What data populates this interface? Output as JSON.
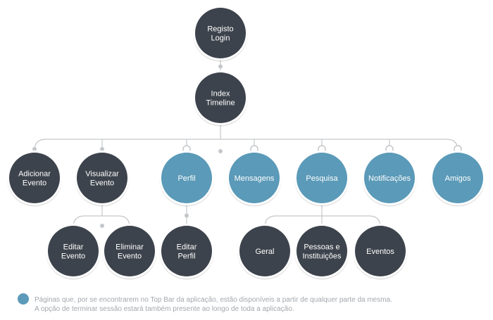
{
  "colors": {
    "dark_node": "#3d434c",
    "blue_node": "#5b9ab8",
    "connector": "#c4c7ca",
    "legend_text": "#a3a8ad"
  },
  "nodes": [
    {
      "id": "registo-login",
      "lines": [
        "Registo",
        "Login"
      ],
      "style": "dark"
    },
    {
      "id": "index-timeline",
      "lines": [
        "Index",
        "Timeline"
      ],
      "style": "dark"
    },
    {
      "id": "adicionar-evento",
      "lines": [
        "Adicionar",
        "Evento"
      ],
      "style": "dark"
    },
    {
      "id": "visualizar-evento",
      "lines": [
        "Visualizar",
        "Evento"
      ],
      "style": "dark"
    },
    {
      "id": "perfil",
      "lines": [
        "Perfil"
      ],
      "style": "blue"
    },
    {
      "id": "mensagens",
      "lines": [
        "Mensagens"
      ],
      "style": "blue"
    },
    {
      "id": "pesquisa",
      "lines": [
        "Pesquisa"
      ],
      "style": "blue"
    },
    {
      "id": "notificacoes",
      "lines": [
        "Notificações"
      ],
      "style": "blue"
    },
    {
      "id": "amigos",
      "lines": [
        "Amigos"
      ],
      "style": "blue"
    },
    {
      "id": "editar-evento",
      "lines": [
        "Editar",
        "Evento"
      ],
      "style": "dark"
    },
    {
      "id": "eliminar-evento",
      "lines": [
        "Eliminar",
        "Evento"
      ],
      "style": "dark"
    },
    {
      "id": "editar-perfil",
      "lines": [
        "Editar",
        "Perfil"
      ],
      "style": "dark"
    },
    {
      "id": "geral",
      "lines": [
        "Geral"
      ],
      "style": "dark"
    },
    {
      "id": "pessoas-instituicoes",
      "lines": [
        "Pessoas e",
        "Instituições"
      ],
      "style": "dark"
    },
    {
      "id": "eventos",
      "lines": [
        "Eventos"
      ],
      "style": "dark"
    }
  ],
  "edges": [
    [
      "registo-login",
      "index-timeline"
    ],
    [
      "index-timeline",
      "adicionar-evento"
    ],
    [
      "index-timeline",
      "visualizar-evento"
    ],
    [
      "index-timeline",
      "perfil"
    ],
    [
      "index-timeline",
      "mensagens"
    ],
    [
      "index-timeline",
      "pesquisa"
    ],
    [
      "index-timeline",
      "notificacoes"
    ],
    [
      "index-timeline",
      "amigos"
    ],
    [
      "visualizar-evento",
      "editar-evento"
    ],
    [
      "visualizar-evento",
      "eliminar-evento"
    ],
    [
      "perfil",
      "editar-perfil"
    ],
    [
      "pesquisa",
      "geral"
    ],
    [
      "pesquisa",
      "pessoas-instituicoes"
    ],
    [
      "pesquisa",
      "eventos"
    ]
  ],
  "legend": {
    "line1": "Páginas que, por se encontrarem no Top Bar da aplicação, estão disponíveis a partir de qualquer parte da mesma.",
    "line2": "A opção de terminar sessão estará também presente ao longo de toda a aplicação."
  }
}
